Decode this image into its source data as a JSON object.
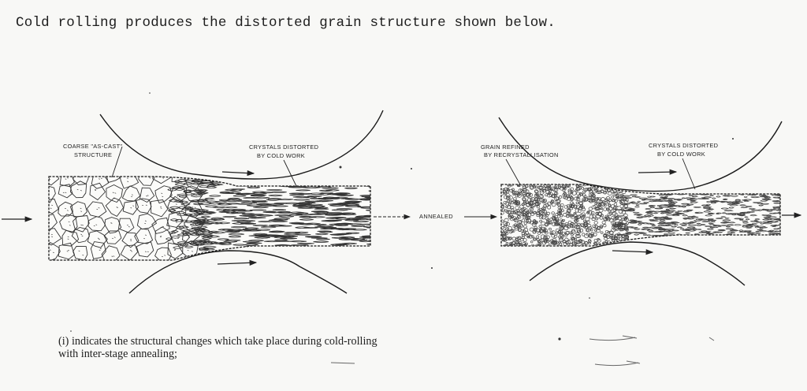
{
  "heading": "Cold rolling produces the distorted grain structure shown below.",
  "diagram": {
    "left": {
      "label_coarse_line1": "COARSE \"AS-CAST\"",
      "label_coarse_line2": "STRUCTURE",
      "label_distorted_line1": "CRYSTALS DISTORTED",
      "label_distorted_line2": "BY COLD WORK"
    },
    "middle_label": "ANNEALED",
    "right": {
      "label_refined_line1": "GRAIN REFINED",
      "label_refined_line2": "BY RECRYSTALLISATION",
      "label_distorted_line1": "CRYSTALS DISTORTED",
      "label_distorted_line2": "BY COLD WORK"
    }
  },
  "caption": {
    "line1": "(i) indicates the structural changes which take place during cold-rolling",
    "line2": "with inter-stage annealing;"
  }
}
